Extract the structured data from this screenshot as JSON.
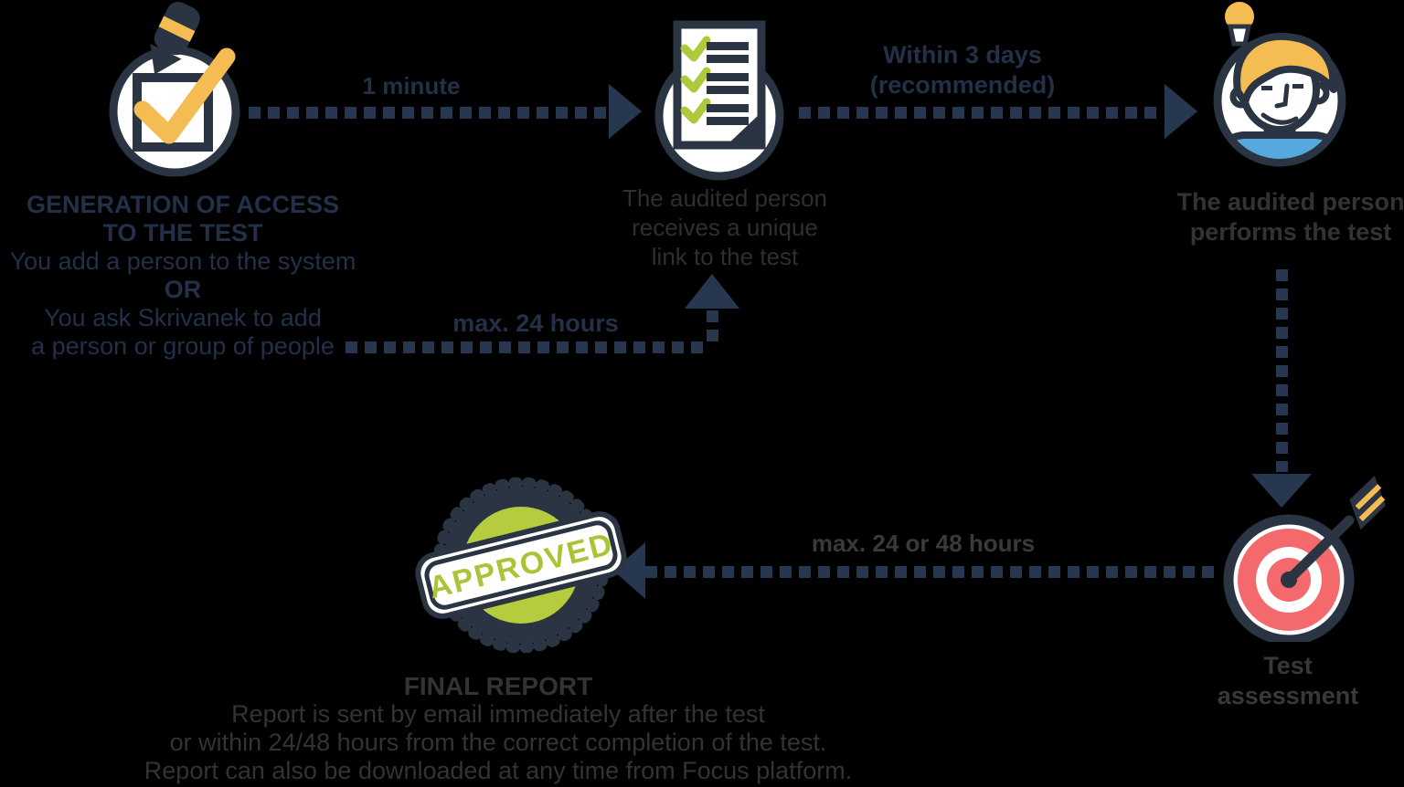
{
  "colors": {
    "background": "#000000",
    "navy": "#233048",
    "outline": "#2A3442",
    "dots": "#283750",
    "yellow": "#F4BC53",
    "green": "#AFC93C",
    "stamp_green": "#B5CC3E",
    "blue": "#55A9DE",
    "red": "#F4696B",
    "gray_text": "#333333"
  },
  "icons": {
    "step1": "checkbox-pencil-icon",
    "step2": "checklist-document-icon",
    "step3": "person-idea-icon",
    "step4": "target-dart-icon",
    "stamp": "approved-stamp-icon"
  },
  "labels": {
    "arrow1": "1 minute",
    "arrow2_line1": "Within 3 days",
    "arrow2_line2": "(recommended)",
    "arrow3": "max. 24 hours",
    "arrow4": "max. 24 or 48 hours"
  },
  "step1": {
    "title1": "GENERATION OF ACCESS",
    "title2": "TO THE TEST",
    "body1": "You add a person to the system",
    "or": "OR",
    "body2": "You ask Skrivanek to add",
    "body3": "a person or group of people"
  },
  "step2": {
    "line1": "The audited person",
    "line2": "receives a unique",
    "line3": "link to the test"
  },
  "step3": {
    "line1": "The audited person",
    "line2": "performs the test"
  },
  "step4": {
    "line1": "Test",
    "line2": "assessment"
  },
  "stamp": {
    "label": "APPROVED"
  },
  "final": {
    "title": "FINAL REPORT",
    "line1": "Report is sent by email immediately after the test",
    "line2": "or within 24/48 hours from the correct completion of the test.",
    "line3": "Report can also be downloaded at any time from Focus platform."
  }
}
